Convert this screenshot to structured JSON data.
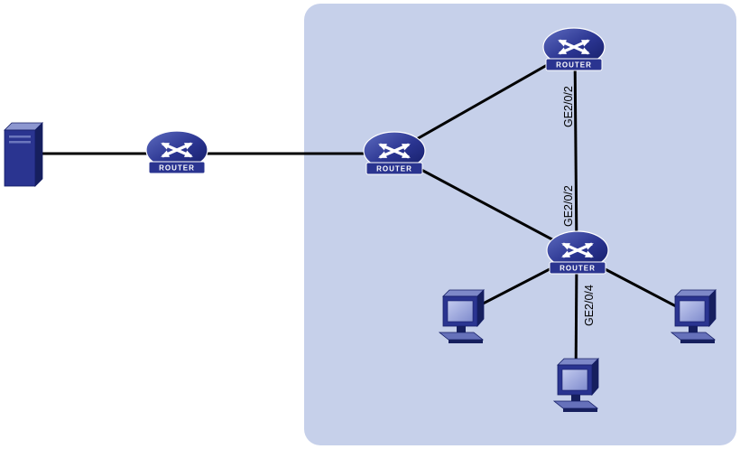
{
  "colors": {
    "panel": "#c6d0ea",
    "device_body": "#2a3490",
    "device_dark": "#161f5e",
    "device_light": "#8d97d0",
    "screen": "#9aa5da",
    "link": "#000000",
    "interface_label_text": "#000000",
    "router_label_text": "#ffffff"
  },
  "icons": {
    "router": "router-icon",
    "server": "server-icon",
    "pc": "pc-icon"
  },
  "nodes": {
    "server": {
      "type": "server"
    },
    "router_left": {
      "label": "ROUTER"
    },
    "router_center": {
      "label": "ROUTER"
    },
    "router_top": {
      "label": "ROUTER"
    },
    "router_bottom": {
      "label": "ROUTER"
    },
    "pc_left": {
      "type": "pc"
    },
    "pc_right": {
      "type": "pc"
    },
    "pc_bottom": {
      "type": "pc"
    }
  },
  "interface_labels": {
    "top": "GE2/0/2",
    "middle": "GE2/0/2",
    "bottom": "GE2/0/4"
  }
}
